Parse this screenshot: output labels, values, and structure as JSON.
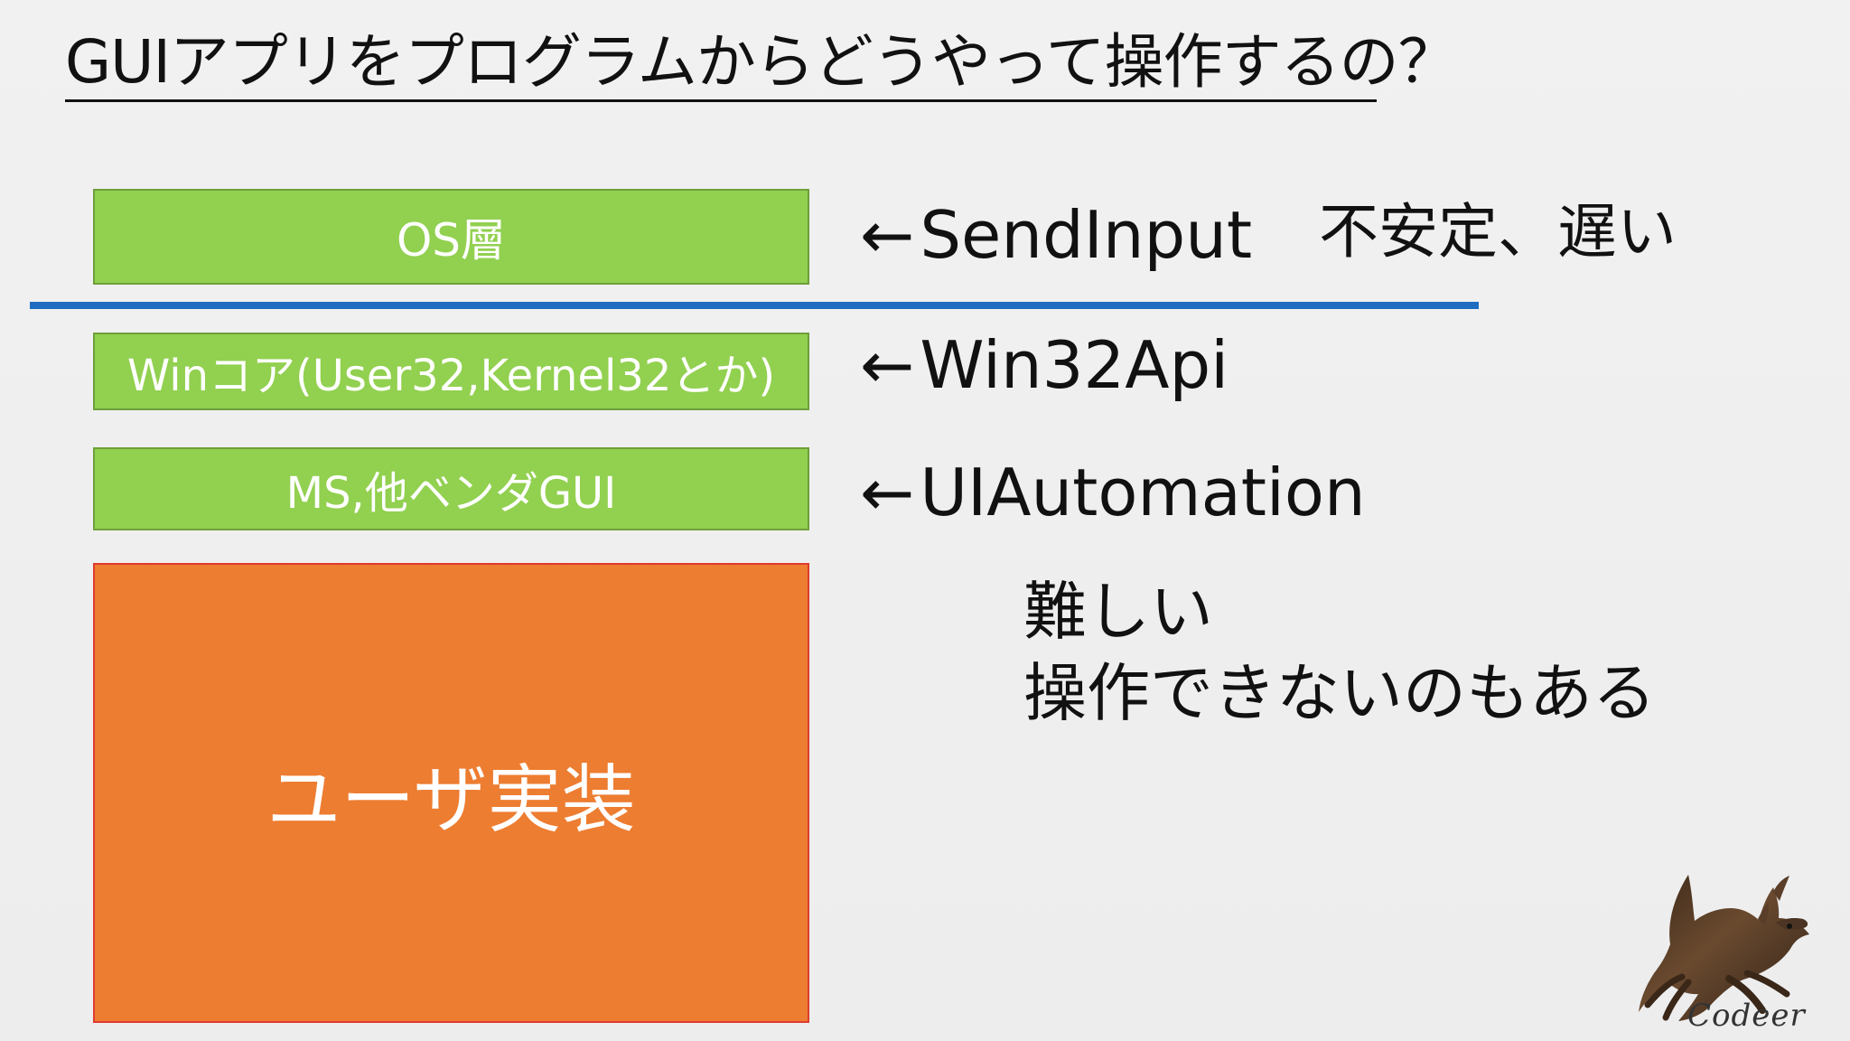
{
  "slide": {
    "title": "GUIアプリをプログラムからどうやって操作するの？",
    "layers": [
      {
        "label": "OS層"
      },
      {
        "label": "Winコア(User32,Kernel32とか)"
      },
      {
        "label": "MS,他ベンダGUI"
      },
      {
        "label": "ユーザ実装"
      }
    ],
    "apis": [
      {
        "arrow": "←",
        "label": "SendInput",
        "note": "不安定、遅い"
      },
      {
        "arrow": "←",
        "label": "Win32Api"
      },
      {
        "arrow": "←",
        "label": "UIAutomation"
      }
    ],
    "notes": [
      "難しい",
      "操作できないのもある"
    ],
    "brand": {
      "name": "Codeer",
      "icon": "deer-icon"
    }
  },
  "colors": {
    "green_box": "#92d050",
    "orange_box": "#ed7d31",
    "divider": "#1f6cc1",
    "background": "#efefef"
  }
}
